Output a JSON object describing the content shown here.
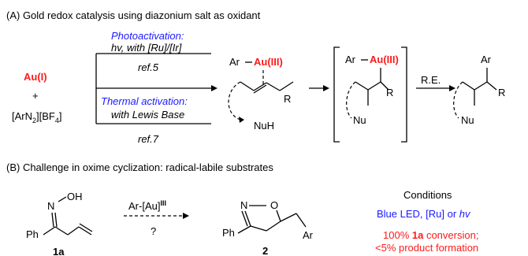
{
  "section_a": {
    "title": "(A) Gold redox catalysis using diazonium salt as oxidant",
    "reagent_au1": "Au(I)",
    "plus": "+",
    "reagent_diazonium_left": "[ArN",
    "reagent_diazonium_sub1": "2",
    "reagent_diazonium_mid": "][BF",
    "reagent_diazonium_sub2": "4",
    "reagent_diazonium_right": "]",
    "photo_label": "Photoactivation:",
    "photo_conditions": "hv, with [Ru]/[Ir]",
    "photo_ref": "ref.5",
    "thermal_label": "Thermal activation:",
    "thermal_conditions": "with Lewis Base",
    "thermal_ref": "ref.7",
    "ar_label": "Ar",
    "au3_label": "Au(III)",
    "r_label": "R",
    "nuh_label": "NuH",
    "nu_label": "Nu",
    "re_label": "R.E."
  },
  "section_b": {
    "title": "(B) Challenge in oxime cyclization: radical-labile substrates",
    "oh_label": "OH",
    "n_label": "N",
    "ph_label": "Ph",
    "compound_1a": "1a",
    "reagent": "Ar-[Au]",
    "reagent_sup": "III",
    "question": "?",
    "n_label_product": "N",
    "o_label_product": "O",
    "ph_label_product": "Ph",
    "ar_label_product": "Ar",
    "compound_2": "2",
    "conditions_title": "Conditions",
    "conditions_blue": "Blue LED, [Ru] or ",
    "conditions_blue_hv": "hv",
    "conditions_red1_a": "100% ",
    "conditions_red1_b": "1a",
    "conditions_red1_c": " conversion;",
    "conditions_red2": "<5% product formation"
  },
  "colors": {
    "blue": "#1a1aff",
    "red": "#ff1a1a",
    "text": "#000000"
  }
}
